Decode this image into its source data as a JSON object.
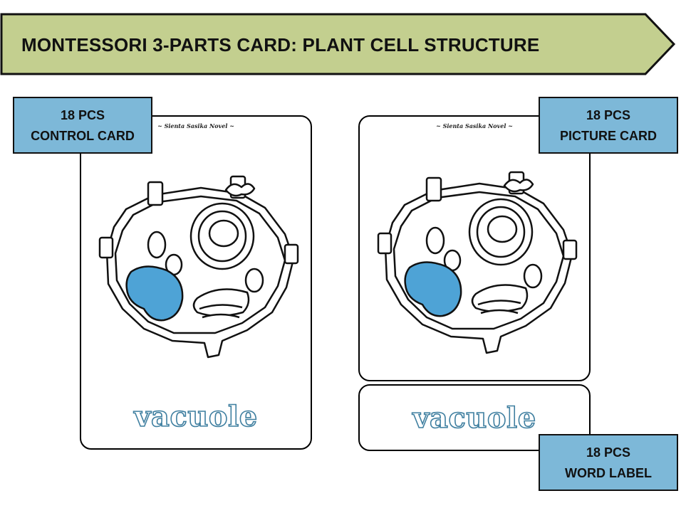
{
  "banner": {
    "title": "MONTESSORI 3-PARTS CARD: PLANT CELL STRUCTURE",
    "fill_color": "#c3cf8f",
    "border_color": "#111111"
  },
  "control_card": {
    "watermark": "~ Sienta Sasika Novel ~",
    "word": "vacuole",
    "tag": {
      "count": "18 PCS",
      "name": "CONTROL CARD"
    }
  },
  "picture_card": {
    "watermark": "~ Sienta Sasika Novel ~",
    "tag": {
      "count": "18 PCS",
      "name": "PICTURE CARD"
    }
  },
  "word_label": {
    "word": "vacuole",
    "tag": {
      "count": "18 PCS",
      "name": "WORD LABEL"
    }
  },
  "colors": {
    "tag_fill": "#7db8d8",
    "vacuole_fill": "#4ea3d6",
    "word_outline": "#3f7fa0"
  },
  "icons": [
    "plant-cell-illustration"
  ]
}
